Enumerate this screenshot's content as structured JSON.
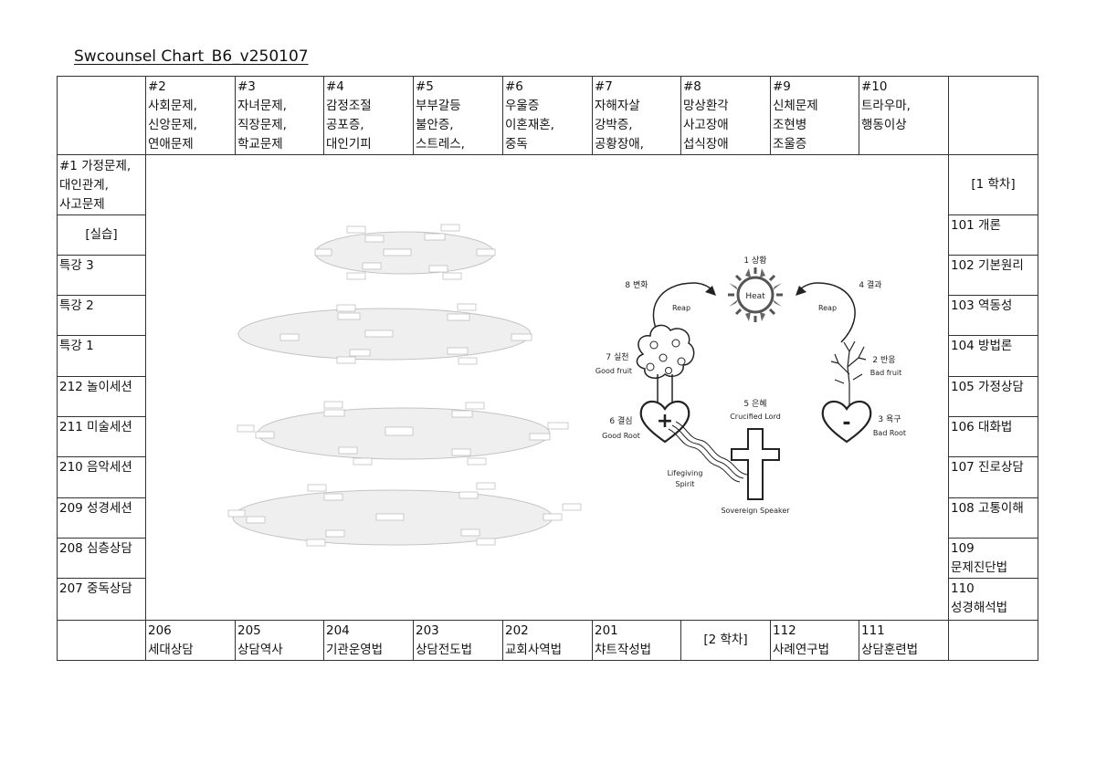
{
  "title": "Swcounsel Chart_B6_v250107",
  "top_row": [
    {
      "num": "#2",
      "text": "사회문제,\n신앙문제,\n연애문제"
    },
    {
      "num": "#3",
      "text": "자녀문제,\n직장문제,\n학교문제"
    },
    {
      "num": "#4",
      "text": "감정조절\n공포증,\n대인기피"
    },
    {
      "num": "#5",
      "text": "부부갈등\n불안증,\n스트레스,"
    },
    {
      "num": "#6",
      "text": "우울증\n이혼재혼,\n중독"
    },
    {
      "num": "#7",
      "text": "자해자살\n강박증,\n공황장애,"
    },
    {
      "num": "#8",
      "text": "망상환각\n사고장애\n섭식장애"
    },
    {
      "num": "#9",
      "text": "신체문제\n조현병\n조울증"
    },
    {
      "num": "#10",
      "text": "트라우마,\n행동이상"
    }
  ],
  "left_col": [
    "#1 가정문제,\n대인관계,\n사고문제",
    "[실습]",
    "특강 3",
    "특강 2",
    "특강 1",
    "212 놀이세션",
    "211 미술세션",
    "210 음악세션",
    "209 성경세션",
    "208 심층상담",
    "207 중독상담"
  ],
  "right_col": [
    "[1 학차]",
    "101 개론",
    "102 기본원리",
    "103 역동성",
    "104 방법론",
    "105 가정상담",
    "106 대화법",
    "107 진로상담",
    "108 고통이해",
    "109\n문제진단법",
    "110\n성경해석법"
  ],
  "bottom_row": [
    "206\n세대상담",
    "205\n상담역사",
    "204\n기관운영법",
    "203\n상담전도법",
    "202\n교회사역법",
    "201\n챠트작성법",
    "[2 학차]",
    "112\n사례연구법",
    "111\n상담훈련법"
  ],
  "diagram": {
    "sun_label": "1 상황",
    "sun_inner": "Heat",
    "change": "8 변화",
    "result": "4 결과",
    "reap_left": "Reap",
    "reap_right": "Reap",
    "practice": "7 실천",
    "good_fruit": "Good fruit",
    "reaction": "2 반응",
    "bad_fruit": "Bad fruit",
    "grace": "5 은혜",
    "crucified": "Crucified Lord",
    "decision": "6 결심",
    "good_root": "Good Root",
    "desire": "3 욕구",
    "bad_root": "Bad Root",
    "plus": "+",
    "minus": "-",
    "lifegiving": "Lifegiving",
    "spirit": "Spirit",
    "sovereign": "Sovereign Speaker"
  }
}
